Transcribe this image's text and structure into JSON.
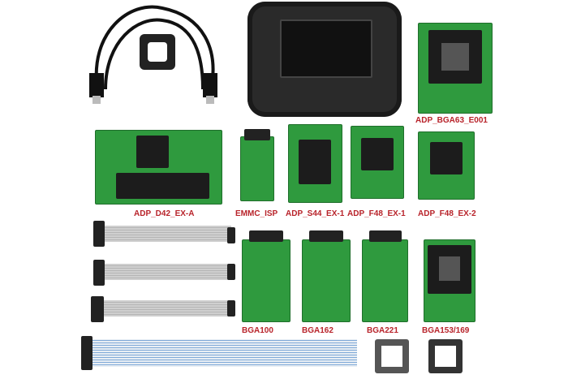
{
  "labels": {
    "bga63": "ADP_BGA63_E001",
    "d42": "ADP_D42_EX-A",
    "emmc": "EMMC_ISP",
    "s44": "ADP_S44_EX-1",
    "f48_1": "ADP_F48_EX-1",
    "f48_2": "ADP_F48_EX-2",
    "bga100": "BGA100",
    "bga162": "BGA162",
    "bga221": "BGA221",
    "bga153": "BGA153/169"
  },
  "colors": {
    "label": "#b8232a",
    "pcb": "#2f9a3e",
    "background": "#ffffff"
  }
}
